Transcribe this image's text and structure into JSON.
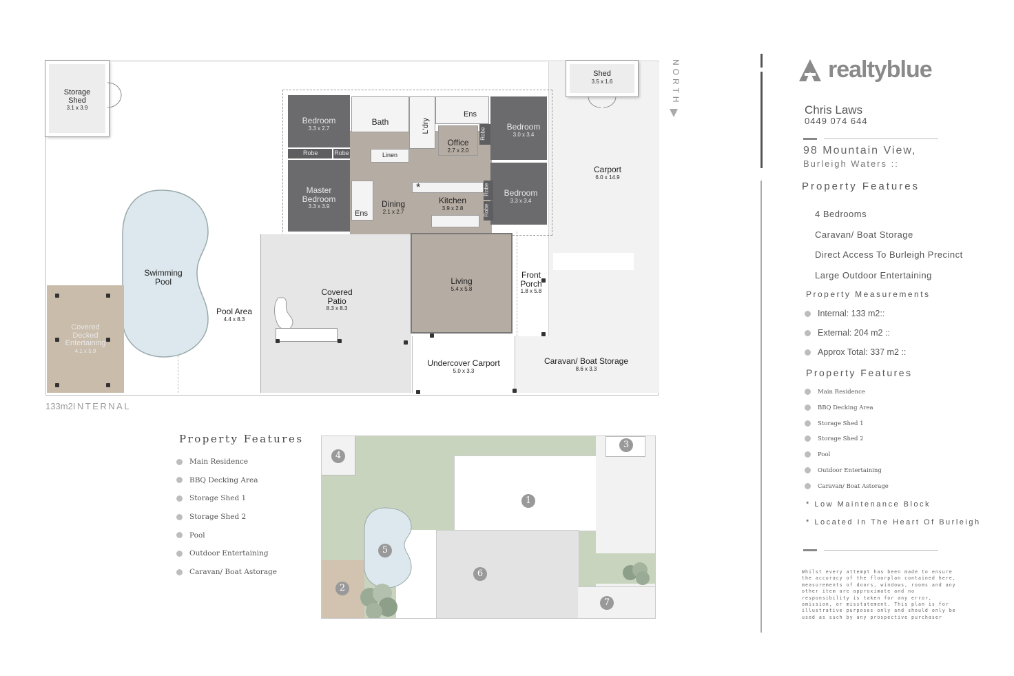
{
  "floorplan": {
    "rooms": {
      "storage_shed": {
        "name": "Storage\nShed",
        "dim": "3.1 x 3.9"
      },
      "shed": {
        "name": "Shed",
        "dim": "3.5 x 1.6"
      },
      "bedroom_tl": {
        "name": "Bedroom",
        "dim": "3.3 x 2.7"
      },
      "bath": {
        "name": "Bath"
      },
      "laundry": {
        "name": "L'dry"
      },
      "ens_top": {
        "name": "Ens"
      },
      "bedroom_tr": {
        "name": "Bedroom",
        "dim": "3.0 x 3.4"
      },
      "office": {
        "name": "Office",
        "dim": "2.7 x 2.0"
      },
      "robe_left": {
        "name": "Robe"
      },
      "robe_mid": {
        "name": "Robe"
      },
      "robe_tr": {
        "name": "Robe"
      },
      "robe_r1": {
        "name": "Robe"
      },
      "robe_r2": {
        "name": "Robe"
      },
      "linen": {
        "name": "Linen"
      },
      "carport": {
        "name": "Carport",
        "dim": "6.0 x 14.9"
      },
      "master_bedroom": {
        "name": "Master\nBedroom",
        "dim": "3.3 x 3.9"
      },
      "dining": {
        "name": "Dining",
        "dim": "2.1 x 2.7"
      },
      "kitchen": {
        "name": "Kitchen",
        "dim": "3.9 x 2.8"
      },
      "bedroom_r": {
        "name": "Bedroom",
        "dim": "3.3 x 3.4"
      },
      "ens_bottom": {
        "name": "Ens"
      },
      "swimming_pool": {
        "name": "Swimming\nPool"
      },
      "covered_patio": {
        "name": "Covered\nPatio",
        "dim": "8.3 x 8.3"
      },
      "living": {
        "name": "Living",
        "dim": "5.4 x 5.8"
      },
      "front_porch": {
        "name": "Front\nPorch",
        "dim": "1.8 x 5.8"
      },
      "pool_area": {
        "name": "Pool Area",
        "dim": "4.4 x 8.3"
      },
      "covered_decked": {
        "name": "Covered\nDecked\nEntertaining",
        "dim": "4.1 x 5.9"
      },
      "undercover_carport": {
        "name": "Undercover Carport",
        "dim": "5.0 x 3.3"
      },
      "caravan_storage": {
        "name": "Caravan/ Boat Storage",
        "dim": "8.6 x 3.3"
      }
    },
    "north_label": "NORTH",
    "internal_size": "133m2",
    "internal_label": "INTERNAL",
    "asterisk": "*"
  },
  "features_left": {
    "heading": "Property Features",
    "items": [
      "Main Residence",
      "BBQ Decking Area",
      "Storage Shed 1",
      "Storage Shed 2",
      "Pool",
      "Outdoor Entertaining",
      "Caravan/ Boat Astorage"
    ]
  },
  "siteplan": {
    "markers": [
      "1",
      "2",
      "3",
      "4",
      "5",
      "6",
      "7"
    ]
  },
  "sidebar": {
    "brand": "realtyblue",
    "agent_name": "Chris Laws",
    "agent_phone": "0449 074 644",
    "address_line1": "98 Mountain View,",
    "address_line2": "Burleigh Waters ::",
    "features_heading": "Property Features",
    "features": [
      "4 Bedrooms",
      "Caravan/ Boat Storage",
      "Direct Access To Burleigh Precinct",
      "Large Outdoor Entertaining"
    ],
    "measurements_heading": "Property Measurements",
    "measurements": [
      "Internal: 133 m2::",
      "External: 204 m2 ::",
      "Approx Total: 337 m2 ::"
    ],
    "features2_heading": "Property Features",
    "features2": [
      "Main Residence",
      "BBQ Decking Area",
      "Storage Shed 1",
      "Storage Shed 2",
      "Pool",
      "Outdoor Entertaining",
      "Caravan/ Boat Astorage"
    ],
    "bullets": [
      "* Low Maintenance Block",
      "* Located In The Heart Of Burleigh"
    ],
    "disclaimer": "Whilst every attempt has been made to ensure the accuracy of the floorplan contained here, measurements of doors, windows, rooms and any other item are approximate and no responsibility is taken for any error, omission, or misstatement. This plan is for illustrative purposes only and should only be used as such by any prospective purchaser"
  },
  "colors": {
    "dark_room": "#6b6b6e",
    "hall": "#b5aca3",
    "patio": "#e6e6e6",
    "pool": "#dce8ee",
    "deck": "#c9bcaa",
    "lawn": "#c8d4bd",
    "sidebar_rule": "#8c8c8c"
  }
}
